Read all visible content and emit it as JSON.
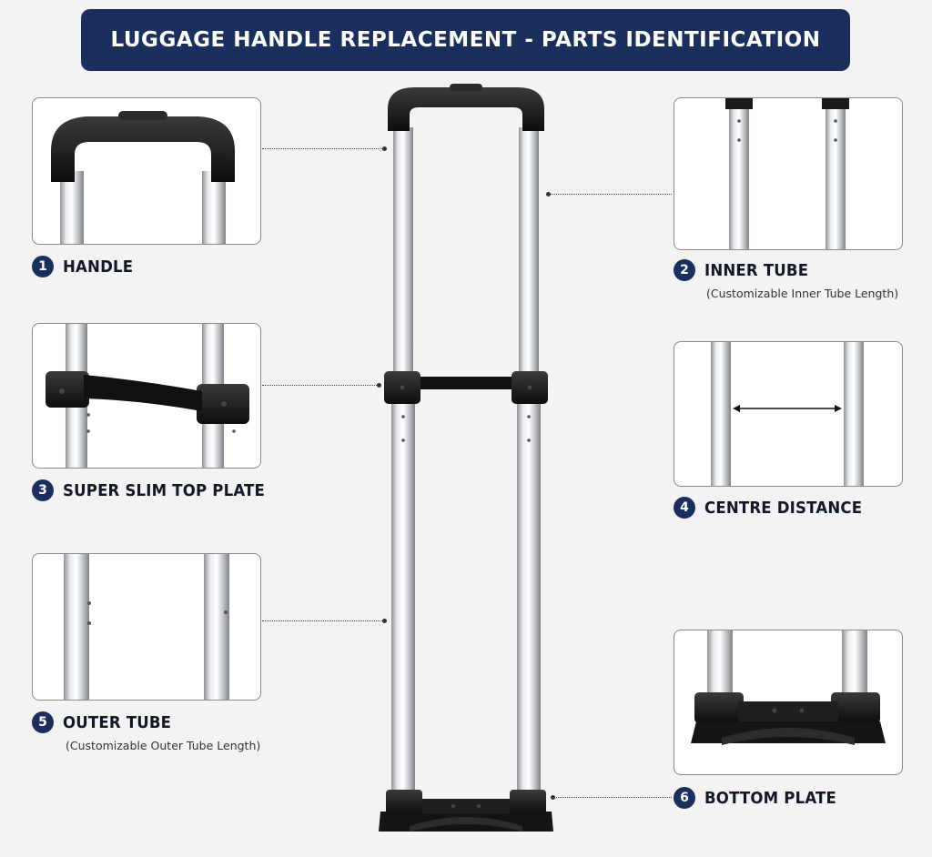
{
  "title": "LUGGAGE HANDLE REPLACEMENT - PARTS IDENTIFICATION",
  "parts": [
    {
      "number": "1",
      "name": "HANDLE",
      "note": ""
    },
    {
      "number": "2",
      "name": "INNER TUBE",
      "note": "(Customizable Inner Tube Length)"
    },
    {
      "number": "3",
      "name": "SUPER SLIM TOP PLATE",
      "note": ""
    },
    {
      "number": "4",
      "name": "CENTRE DISTANCE",
      "note": ""
    },
    {
      "number": "5",
      "name": "OUTER TUBE",
      "note": "(Customizable Outer Tube Length)"
    },
    {
      "number": "6",
      "name": "BOTTOM PLATE",
      "note": ""
    }
  ],
  "colors": {
    "banner": "#1b2f5e",
    "badge": "#1b2f5e",
    "background": "#f3f3f3",
    "plastic": "#1a1a1a",
    "aluminium": "#c9ccd0"
  }
}
